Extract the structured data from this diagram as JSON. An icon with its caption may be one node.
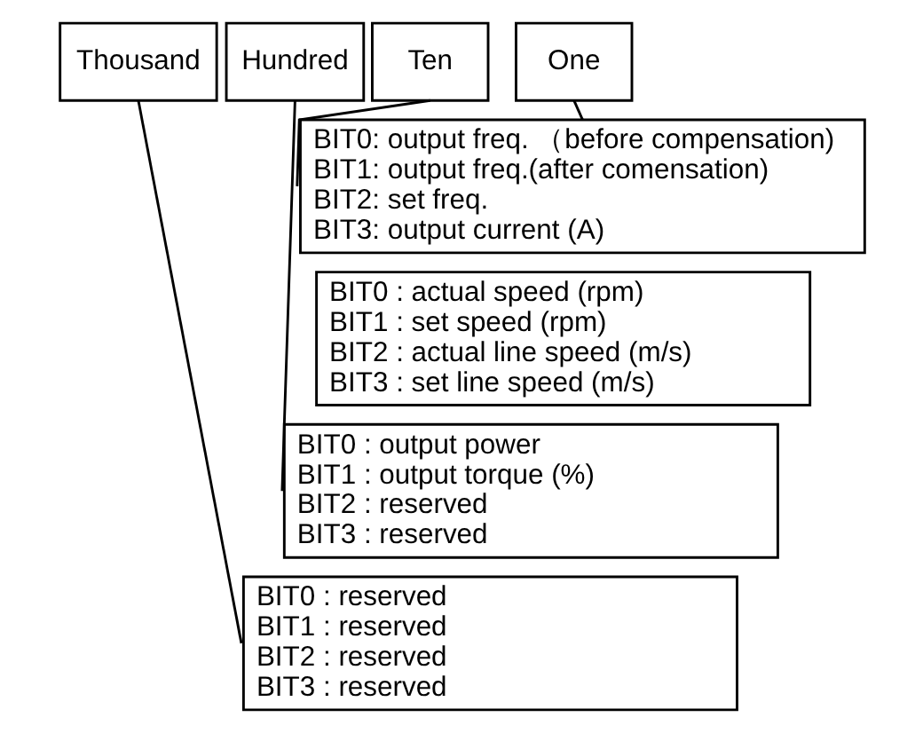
{
  "diagram": {
    "nodes": [
      {
        "text": [
          "Thousand"
        ]
      },
      {
        "text": [
          "Hundred"
        ]
      },
      {
        "text": [
          "Ten"
        ]
      },
      {
        "text": [
          "One"
        ]
      },
      {
        "text": [
          "BIT0: output freq. （before compensation)",
          "BIT1: output freq.(after comensation)",
          "BIT2: set freq.",
          "BIT3: output current (A)"
        ]
      },
      {
        "text": [
          "BIT0 : actual speed (rpm)",
          "BIT1 : set speed (rpm)",
          "BIT2 : actual line speed (m/s)",
          "BIT3 : set line speed (m/s)"
        ]
      },
      {
        "text": [
          "BIT0 : output power",
          "BIT1 : output torque (%)",
          "BIT2 : reserved",
          "BIT3 : reserved"
        ]
      },
      {
        "text": [
          "BIT0 : reserved",
          "BIT1 : reserved",
          "BIT2 : reserved",
          "BIT3 : reserved"
        ]
      }
    ],
    "edges": [
      {
        "from": 3,
        "to": 4,
        "arrow": "none"
      },
      {
        "from": 2,
        "to": 4,
        "arrow": "none"
      },
      {
        "from": 1,
        "to": 6,
        "arrow": "none"
      },
      {
        "from": 0,
        "to": 7,
        "arrow": "none"
      }
    ]
  }
}
